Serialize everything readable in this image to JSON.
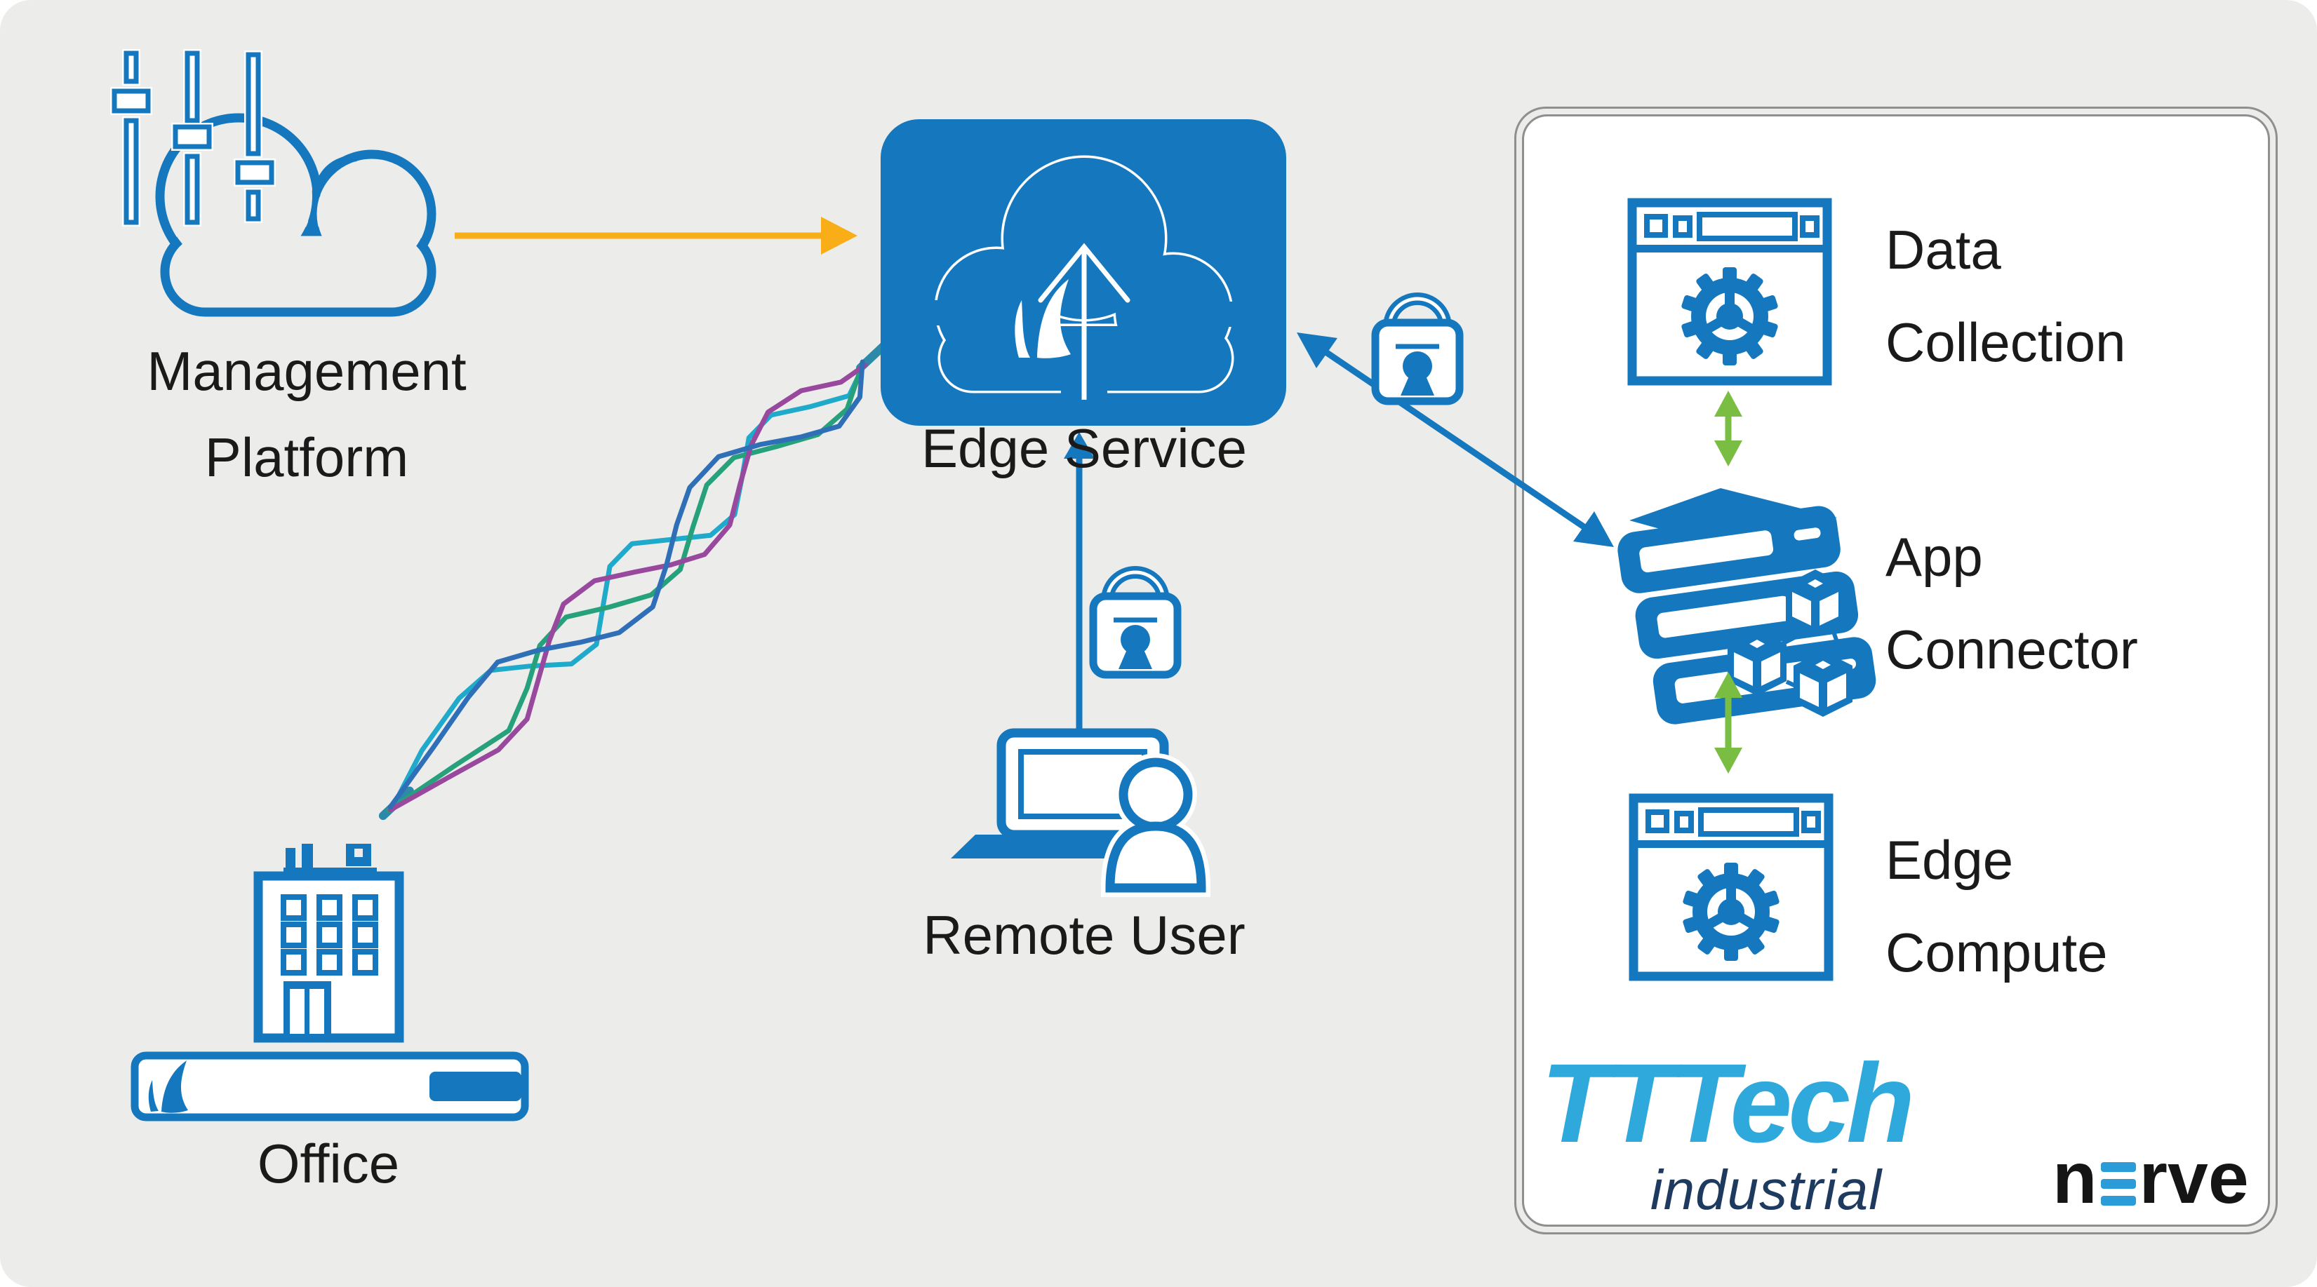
{
  "title": "Nerve Edge Service architecture diagram",
  "colors": {
    "background": "#ECECEA",
    "primary_blue": "#1578BE",
    "arrow_orange": "#F9AE17",
    "arrow_green": "#7ABD43",
    "braid_cyan": "#1FA9CB",
    "braid_emerald": "#26A17B",
    "braid_purple": "#99499D",
    "braid_steel": "#2E6FB8",
    "braid_stub": "#2C89A8",
    "panel_background": "#FFFFFF",
    "panel_border": "#8F8F8F",
    "tttech_blue": "#2FA9DC",
    "tttech_navy": "#1E3A5F",
    "nerve_blue": "#2B9CD8",
    "text": "#1A1A1A"
  },
  "nodes": {
    "management_platform": {
      "icon": "cloud-sliders-icon",
      "label_line1": "Management",
      "label_line2": "Platform"
    },
    "edge_service": {
      "icon": "cloud-upload-icon",
      "label": "Edge Service"
    },
    "office": {
      "icon": "office-building-appliance-icon",
      "label": "Office"
    },
    "remote_user": {
      "icon": "laptop-user-icon",
      "label": "Remote User"
    }
  },
  "connections": [
    {
      "from": "management_platform",
      "to": "edge_service",
      "style": "orange-arrow"
    },
    {
      "from": "office",
      "to": "edge_service",
      "style": "braided-tunnel-lines"
    },
    {
      "from": "remote_user",
      "to": "edge_service",
      "style": "blue-arrow-up",
      "secured": true,
      "icon": "padlock-user-icon"
    },
    {
      "from": "edge_service",
      "to": "app_connector",
      "style": "blue-double-arrow",
      "secured": true,
      "icon": "padlock-user-icon"
    },
    {
      "from": "data_collection",
      "to": "app_connector",
      "style": "green-double-arrow"
    },
    {
      "from": "app_connector",
      "to": "edge_compute",
      "style": "green-double-arrow"
    }
  ],
  "panel": {
    "items": [
      {
        "id": "data_collection",
        "icon": "browser-gear-icon",
        "label_line1": "Data",
        "label_line2": "Collection"
      },
      {
        "id": "app_connector",
        "icon": "server-stack-containers-icon",
        "label_line1": "App",
        "label_line2": "Connector"
      },
      {
        "id": "edge_compute",
        "icon": "browser-gear-icon",
        "label_line1": "Edge",
        "label_line2": "Compute"
      }
    ],
    "brand": {
      "tttech": "TTTech",
      "tttech_sub": "industrial",
      "nerve_n": "n",
      "nerve_rve": "rve"
    }
  }
}
